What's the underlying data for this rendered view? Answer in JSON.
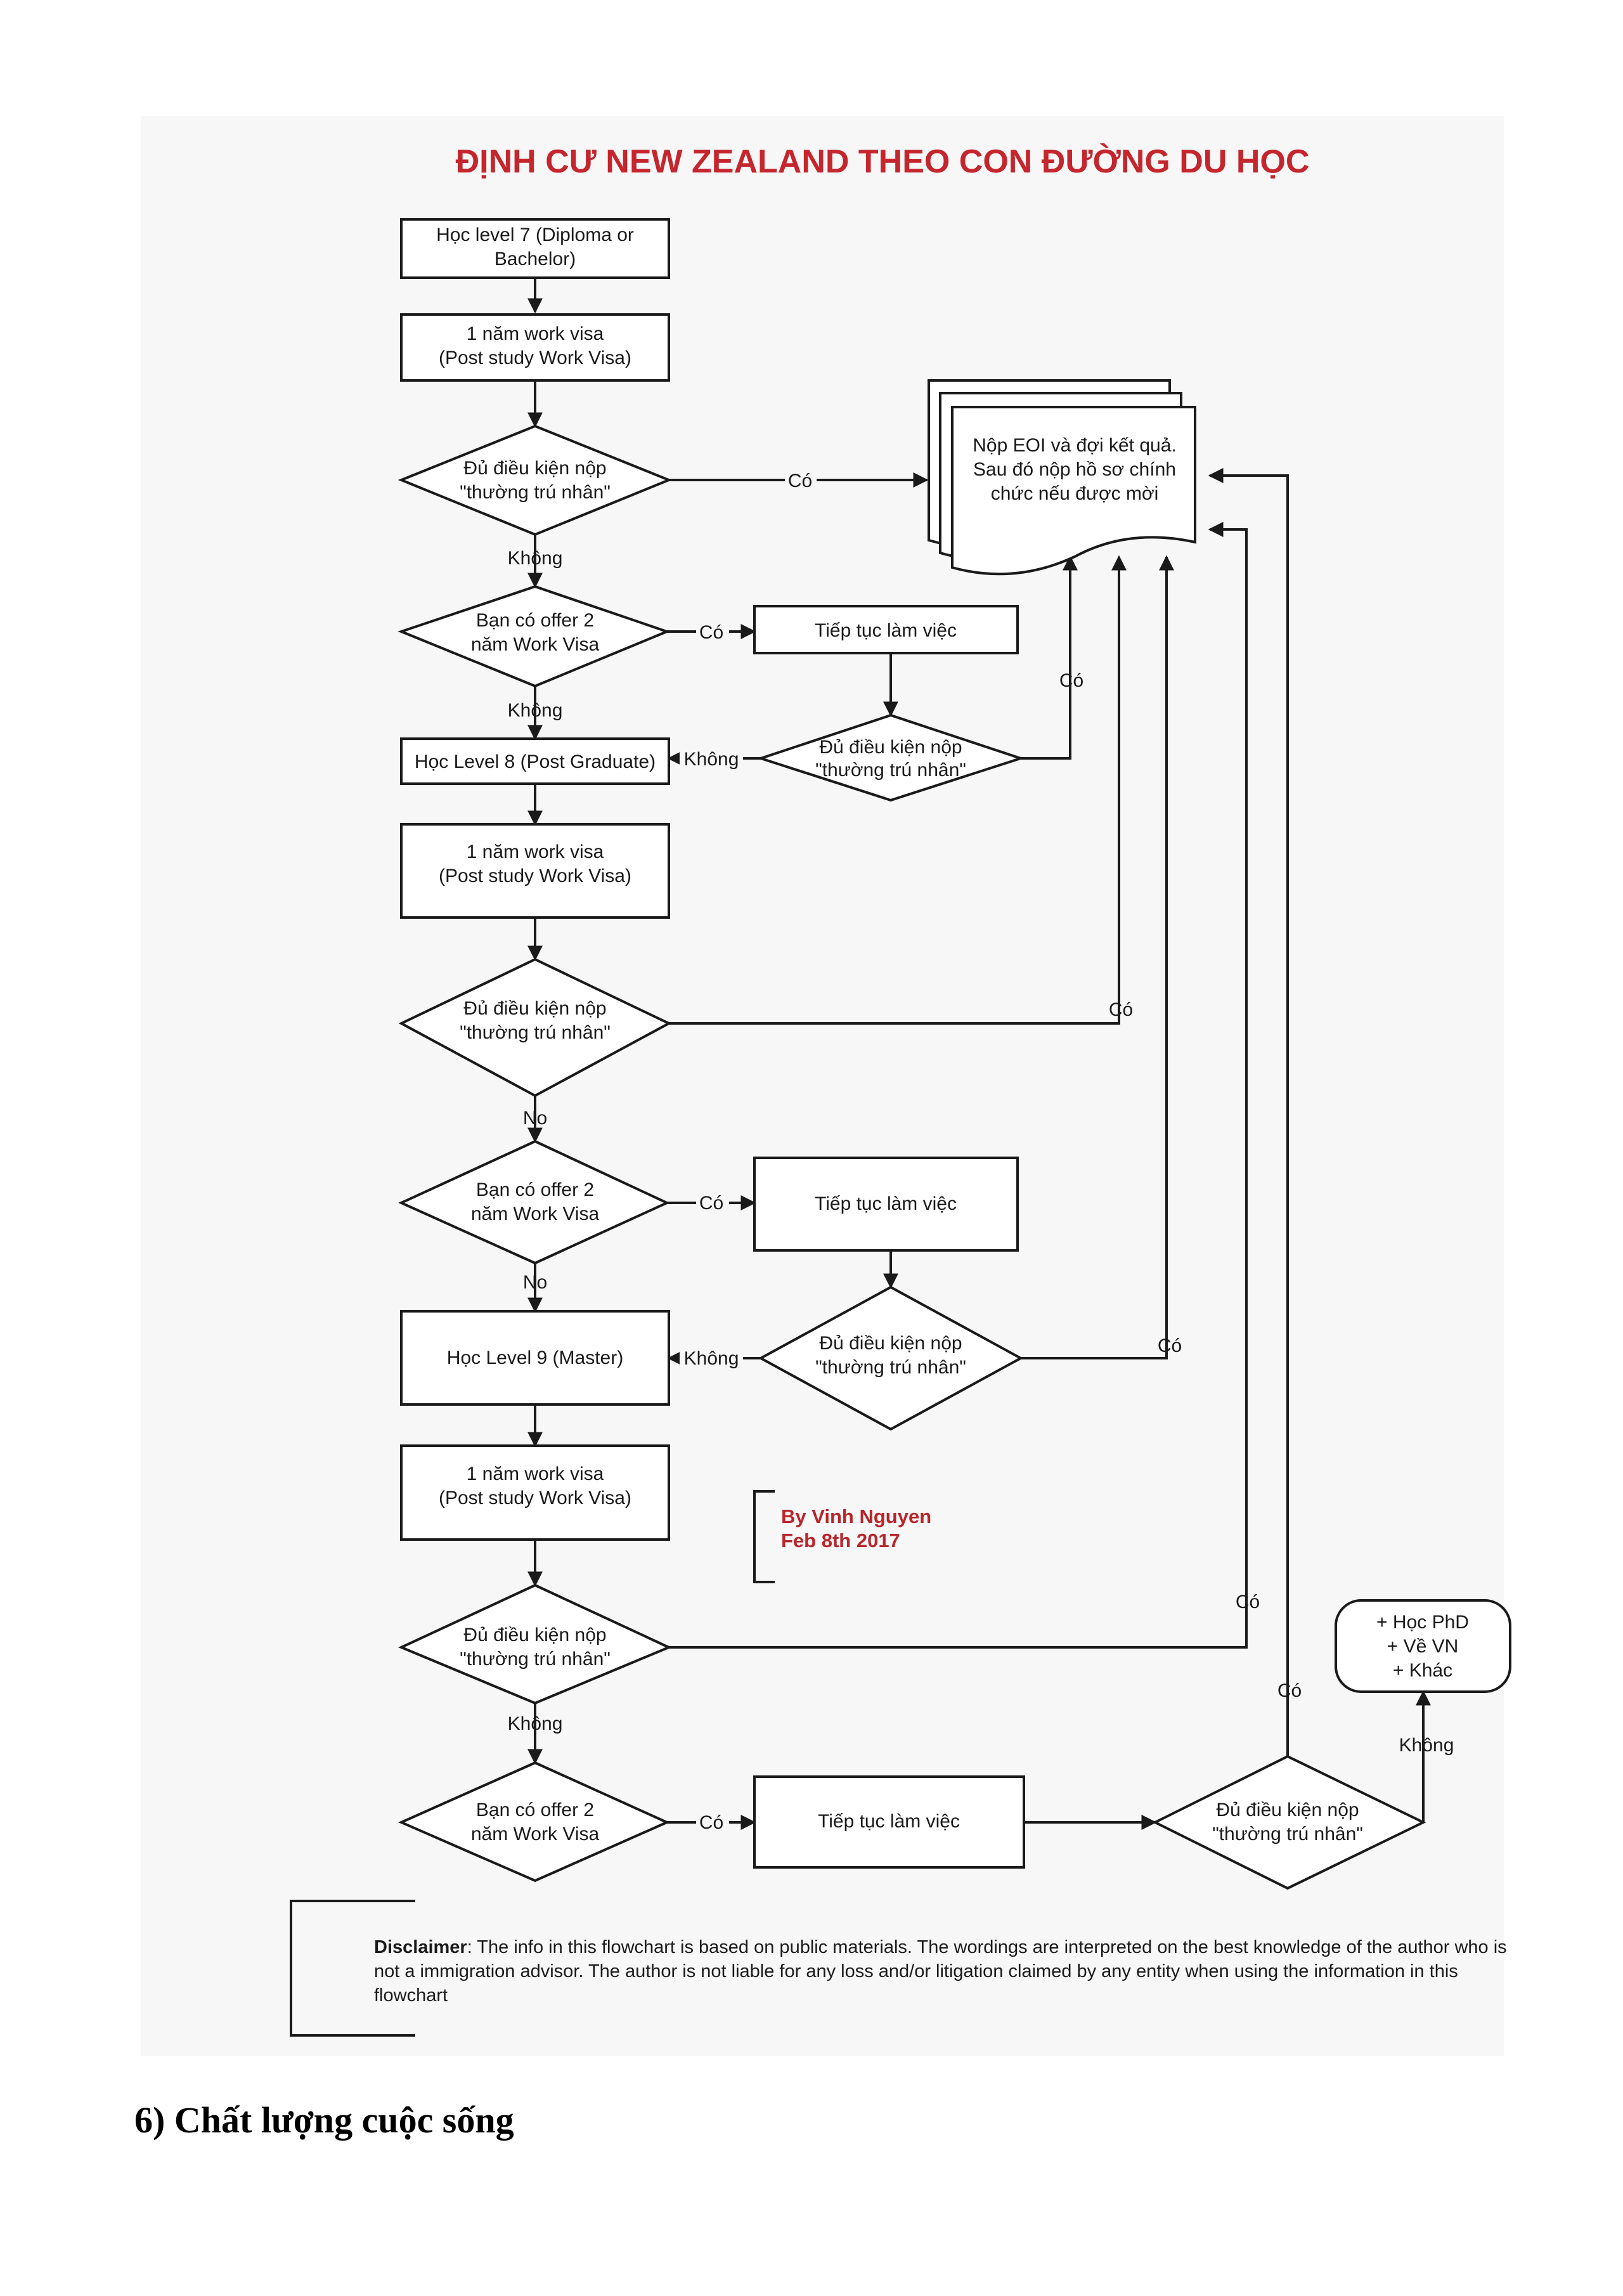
{
  "flowchart": {
    "title": "ĐỊNH CƯ NEW ZEALAND THEO CON ĐƯỜNG DU HỌC",
    "nodes": {
      "level7": [
        "Học level 7 (Diploma or",
        "Bachelor)"
      ],
      "wv1": [
        "1 năm work visa",
        "(Post study Work Visa)"
      ],
      "d1": [
        "Đủ điều kiện nộp",
        "\"thường trú nhân\""
      ],
      "eoi": [
        "Nộp EOI và  đợi kết quả.",
        "Sau đó nộp hồ sơ chính",
        "chức nếu được mời"
      ],
      "offer1": [
        "Bạn có offer 2",
        "năm Work Visa"
      ],
      "cont1": [
        "Tiếp tục làm việc"
      ],
      "dc1": [
        "Đủ điều kiện nộp",
        "\"thường trú nhân\""
      ],
      "level8": [
        "Học Level 8 (Post Graduate)"
      ],
      "wv2": [
        "1 năm work visa",
        "(Post study Work Visa)"
      ],
      "d2": [
        "Đủ điều kiện nộp",
        "\"thường trú nhân\""
      ],
      "offer2": [
        "Bạn có offer 2",
        "năm Work Visa"
      ],
      "cont2": [
        "Tiếp tục làm việc"
      ],
      "dc2": [
        "Đủ điều kiện nộp",
        "\"thường trú nhân\""
      ],
      "level9": [
        "Học Level 9 (Master)"
      ],
      "wv3": [
        "1 năm work visa",
        "(Post study Work Visa)"
      ],
      "d3": [
        "Đủ điều kiện nộp",
        "\"thường trú nhân\""
      ],
      "offer3": [
        "Bạn có offer 2",
        "năm Work Visa"
      ],
      "cont3": [
        "Tiếp tục làm việc"
      ],
      "dc3": [
        "Đủ điều kiện nộp",
        "\"thường trú nhân\""
      ],
      "other": [
        "+ Học PhD",
        "+ Về VN",
        "+ Khác"
      ]
    },
    "edge_labels": {
      "yes": "Có",
      "no_vi": "Không",
      "no_en": "No"
    },
    "author": [
      "By Vinh Nguyen",
      "Feb 8th 2017"
    ]
  },
  "disclaimer": {
    "label": "Disclaimer",
    "text": ": The info in this flowchart is based on public materials. The wordings are interpreted on the best knowledge of the author who is not a immigration advisor. The author is not liable for any loss and/or litigation claimed by any entity when using the information in this flowchart"
  },
  "section_heading": "6) Chất lượng cuộc sống"
}
